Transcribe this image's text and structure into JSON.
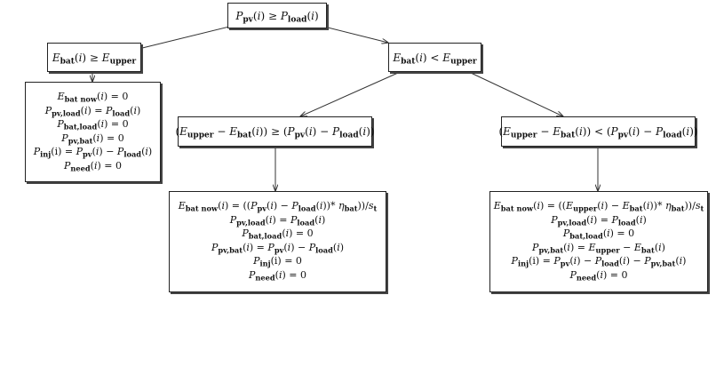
{
  "nodes": {
    "root": {
      "text": "P_pv(i) ≥ P_load(i)"
    },
    "left_cond": {
      "text": "E_bat(i) ≥ E_upper"
    },
    "right_cond": {
      "text": "E_bat(i) < E_upper"
    },
    "left_action": {
      "lines": [
        "E_bat now(i) = 0",
        "P_pv,load(i) = P_load(i)",
        "P_bat,load(i) = 0",
        "P_pv,bat(i) = 0",
        "P_inj(i) = P_pv(i) − P_load(i)",
        "P_need(i) = 0"
      ]
    },
    "mid_cond": {
      "text": "(E_upper − E_bat(i)) ≥ (P_pv(i) − P_load(i))"
    },
    "far_cond": {
      "text": "(E_upper − E_bat(i)) < (P_pv(i) − P_load(i))"
    },
    "mid_action": {
      "lines": [
        "E_bat now(i) = ((P_pv(i) − P_load(i))* η_bat))/s_t",
        "P_pv,load(i) = P_load(i)",
        "P_bat,load(i) = 0",
        "P_pv,bat(i) = P_pv(i) − P_load(i)",
        "P_inj(i) = 0",
        "P_need(i) = 0"
      ]
    },
    "far_action": {
      "lines": [
        "E_bat now(i) = ((E_upper(i) − E_bat(i))* η_bat))/s_t",
        "P_pv,load(i) = P_load(i)",
        "P_bat,load(i) = 0",
        "P_pv,bat(i) = E_upper − E_bat(i)",
        "P_inj(i) = P_pv(i) − P_load(i) − P_pv,bat(i)",
        "P_need(i) = 0"
      ]
    }
  },
  "edges": [
    {
      "from": "root",
      "to": "left_cond"
    },
    {
      "from": "root",
      "to": "right_cond"
    },
    {
      "from": "left_cond",
      "to": "left_action"
    },
    {
      "from": "right_cond",
      "to": "mid_cond"
    },
    {
      "from": "right_cond",
      "to": "far_cond"
    },
    {
      "from": "mid_cond",
      "to": "mid_action"
    },
    {
      "from": "far_cond",
      "to": "far_action"
    }
  ]
}
